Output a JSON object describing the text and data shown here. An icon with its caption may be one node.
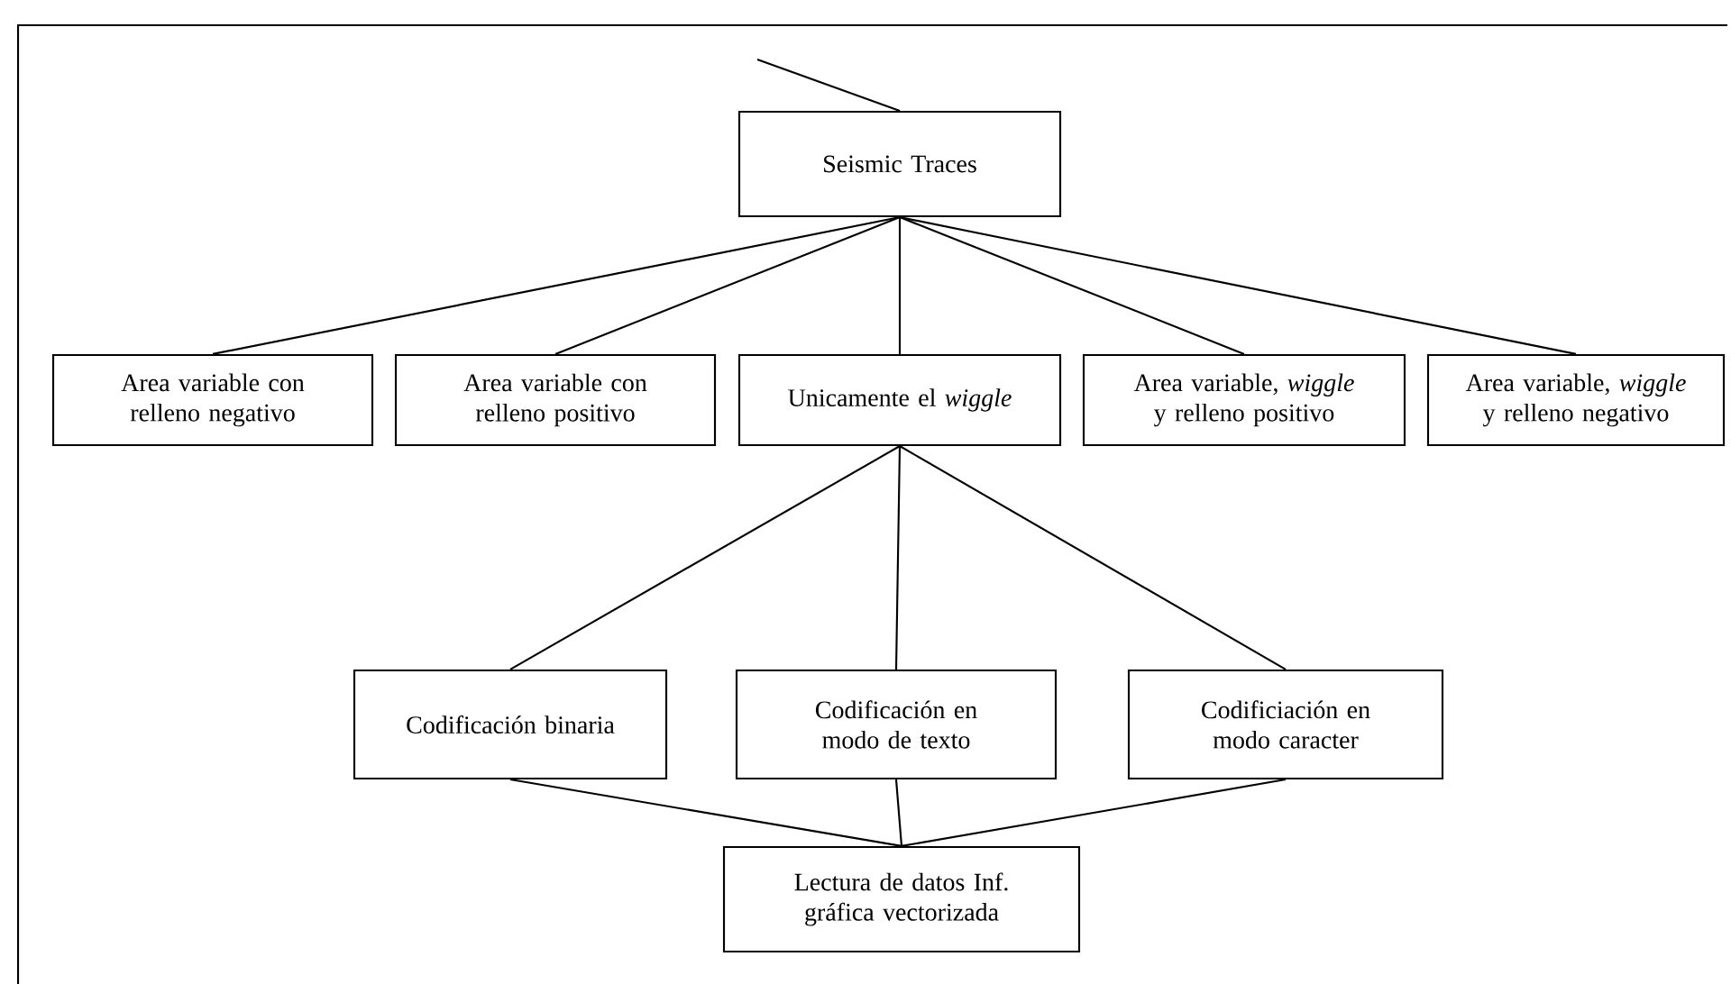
{
  "diagram": {
    "nodes": [
      {
        "text": [
          "Seismic Traces"
        ]
      },
      {
        "text": [
          "Area variable con relleno negativo"
        ]
      },
      {
        "text": [
          "Area variable con relleno positivo"
        ]
      },
      {
        "text": [
          "Unicamente el *wiggle*"
        ]
      },
      {
        "text": [
          "Area variable, *wiggle* y relleno positivo"
        ]
      },
      {
        "text": [
          "Area variable, *wiggle* y relleno negativo"
        ]
      },
      {
        "text": [
          "Codificación binaria"
        ]
      },
      {
        "text": [
          "Codificación en modo de texto"
        ]
      },
      {
        "text": [
          "Codificiación en modo caracter"
        ]
      },
      {
        "text": [
          "Lectura de datos Inf. gráfica vectorizada"
        ]
      }
    ],
    "edges": [
      {
        "from": null,
        "to": 0,
        "arrow": "none"
      },
      {
        "from": 0,
        "to": 1,
        "arrow": "none"
      },
      {
        "from": 0,
        "to": 2,
        "arrow": "none"
      },
      {
        "from": 0,
        "to": 3,
        "arrow": "none"
      },
      {
        "from": 0,
        "to": 4,
        "arrow": "none"
      },
      {
        "from": 0,
        "to": 5,
        "arrow": "none"
      },
      {
        "from": 3,
        "to": 6,
        "arrow": "none"
      },
      {
        "from": 3,
        "to": 7,
        "arrow": "none"
      },
      {
        "from": 3,
        "to": 8,
        "arrow": "none"
      },
      {
        "from": 6,
        "to": 9,
        "arrow": "none"
      },
      {
        "from": 7,
        "to": 9,
        "arrow": "none"
      },
      {
        "from": 8,
        "to": 9,
        "arrow": "none"
      }
    ]
  }
}
